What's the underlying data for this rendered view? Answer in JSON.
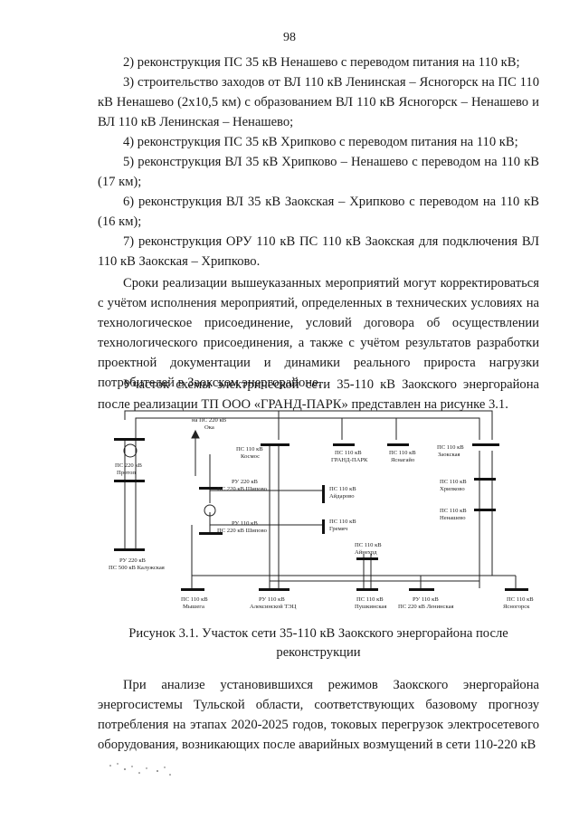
{
  "page_number": "98",
  "items": [
    "2) реконструкция ПС 35 кВ Ненашево с переводом питания на 110 кВ;",
    "3) строительство заходов от ВЛ 110 кВ Ленинская – Ясногорск на ПС 110 кВ Ненашево (2х10,5 км) с образованием ВЛ 110 кВ Ясногорск – Ненашево и ВЛ 110 кВ Ленинская – Ненашево;",
    "4) реконструкция ПС 35 кВ Хрипково с переводом питания на 110 кВ;",
    "5) реконструкция ВЛ 35 кВ Хрипково – Ненашево с переводом на 110 кВ (17 км);",
    "6) реконструкция ВЛ 35 кВ Заокская – Хрипково с переводом на 110 кВ (16 км);",
    "7) реконструкция ОРУ 110 кВ ПС 110 кВ Заокская для подключения ВЛ 110 кВ Заокская – Хрипково."
  ],
  "para_terms": "Сроки реализации вышеуказанных мероприятий могут корректироваться с учётом исполнения мероприятий, определенных в технических условиях на технологическое присоединение, условий договора об осуществлении технологического присоединения, а также с учётом результатов разработки проектной документации и динамики реального прироста нагрузки потребителей в Заокском энергорайоне.",
  "para_scheme": "Участок схемы электрической сети 35-110 кВ Заокского энергорайона после реализации ТП ООО «ГРАНД-ПАРК» представлен на рисунке 3.1.",
  "diagram": {
    "labels": {
      "ps220_protopopovo": [
        "ПС 220 кВ",
        "Протоп"
      ],
      "ru220_kaluzhskaya": [
        "РУ 220 кВ",
        "ПС 500 кВ Калужская"
      ],
      "na_ps220_oka": [
        "на ПС 220 кВ",
        "Ока"
      ],
      "ps110_kosmos": [
        "ПС 110 кВ",
        "Космос"
      ],
      "ps110_grandpark": [
        "ПС 110 кВ",
        "ГРАНД-ПАРК"
      ],
      "ps110_yasnogorsk_top": [
        "ПС 110 кВ",
        "Яснагайо"
      ],
      "ps110_zaokskaya": [
        "ПС 110 кВ",
        "Заокская"
      ],
      "ru220_shipovo": [
        "РУ 220 кВ",
        "ПС 220 кВ Шипово"
      ],
      "ru110_shipovo": [
        "РУ 110 кВ",
        "ПС 220 кВ Шипово"
      ],
      "ps110_aidarovo": [
        "ПС 110 кВ",
        "Айдарово"
      ],
      "ps110_gremyachy": [
        "ПС 110 кВ",
        "Гремяч"
      ],
      "ps110_khripkovo": [
        "ПС 110 кВ",
        "Хрипково"
      ],
      "ps110_nenashevo": [
        "ПС 110 кВ",
        "Ненашево"
      ],
      "ps110_ainehrd": [
        "ПС 110 кВ",
        "Айнехрд"
      ],
      "ps110_mysheg": [
        "ПС 110 кВ",
        "Мышега"
      ],
      "ru110_aleksin_tec": [
        "РУ 110 кВ",
        "Алексинской ТЭЦ"
      ],
      "ps110_pushkinskaya": [
        "ПС 110 кВ",
        "Пушкинская"
      ],
      "ru110_leninskaya": [
        "РУ 110 кВ",
        "ПС 220 кВ Ленинская"
      ],
      "ps110_yasnogorsk": [
        "ПС 110 кВ",
        "Ясногорск"
      ]
    }
  },
  "caption": "Рисунок 3.1. Участок сети 35-110 кВ Заокского энергорайона после реконструкции",
  "para_analysis": "При анализе установившихся режимов Заокского энергорайона энергосистемы Тульской области, соответствующих базовому прогнозу потребления на этапах 2020-2025 годов, токовых перегрузок электросетевого оборудования, возникающих после аварийных возмущений в сети 110-220 кВ"
}
